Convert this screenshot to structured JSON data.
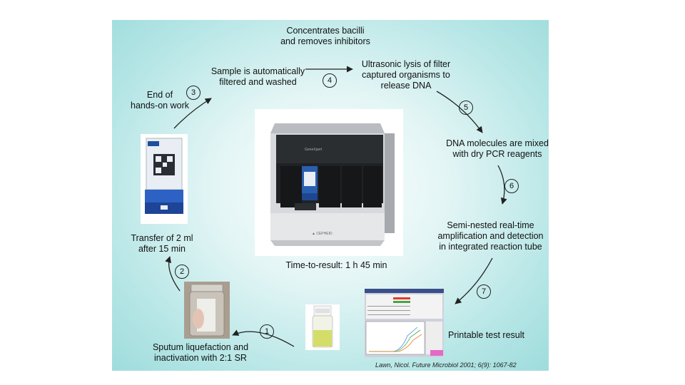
{
  "labels": {
    "concentrates": "Concentrates bacilli\nand removes inhibitors",
    "filtered": "Sample is automatically\nfiltered and washed",
    "ultrasonic": "Ultrasonic lysis of filter\ncaptured organisms to\nrelease DNA",
    "end_hands_on": "End of\nhands-on work",
    "dna_mixed": "DNA molecules are mixed\nwith dry PCR reagents",
    "semi_nested": "Semi-nested real-time\namplification and detection\nin integrated reaction tube",
    "transfer": "Transfer of 2 ml\nafter 15 min",
    "time_to_result": "Time-to-result: 1 h 45 min",
    "printable": "Printable test result",
    "sputum": "Sputum liquefaction and\ninactivation with 2:1 SR",
    "citation": "Lawn, Nicol. Future Microbiol 2001; 6(9): 1067-82"
  },
  "steps": [
    "1",
    "2",
    "3",
    "4",
    "5",
    "6",
    "7"
  ],
  "device_brand": "GeneXpert",
  "colors": {
    "background_center": "#f6fdfd",
    "background_edge": "#9fdcdc",
    "arrow": "#222222"
  }
}
